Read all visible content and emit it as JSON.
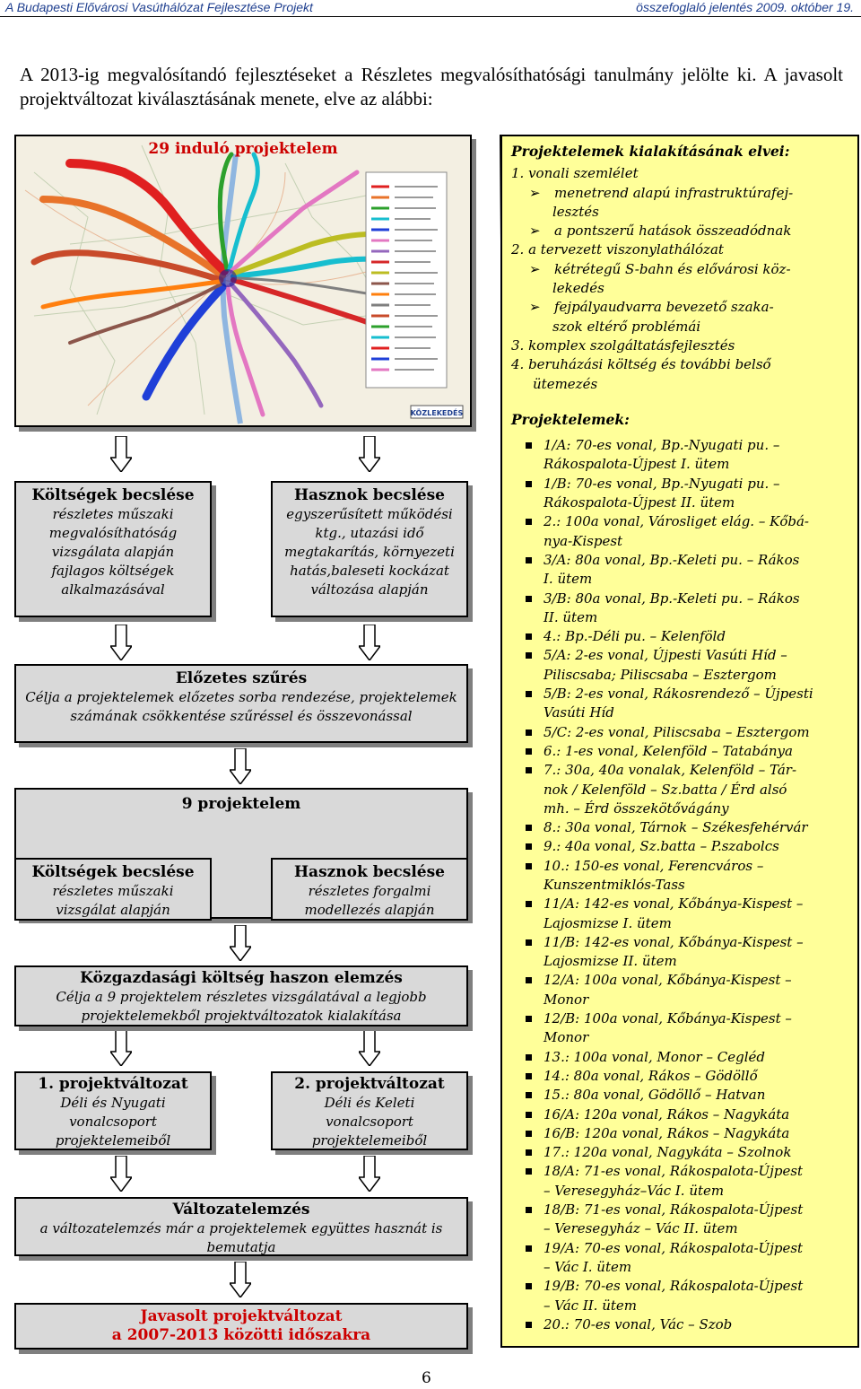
{
  "header": {
    "left": "A Budapesti Elővárosi Vasúthálózat Fejlesztése Projekt",
    "right": "összefoglaló jelentés 2009. október 19."
  },
  "intro": "A 2013-ig megvalósítandó fejlesztéseket a Részletes megvalósíthatósági tanulmány jelölte ki. A javasolt projektváltozat kiválasztásának menete, elve az alábbi:",
  "map": {
    "title": "29 induló projektelem",
    "logo": "KÖZLEKEDÉS"
  },
  "box_cost1": {
    "title": "Költségek becslése",
    "text": "részletes műszaki megvalósíthatóság vizsgálata alapján fajlagos költségek alkalmazásával"
  },
  "box_benefit1": {
    "title": "Hasznok becslése",
    "text": "egyszerűsített működési ktg., utazási idő megtakarítás, környezeti hatás,baleseti kockázat változása alapján"
  },
  "box_filter": {
    "title": "Előzetes szűrés",
    "text": "Célja a projektelemek előzetes sorba rendezése, projektelemek számának csökkentése szűréssel és összevonással"
  },
  "box_nine": {
    "title": "9 projektelem"
  },
  "box_cost2": {
    "title": "Költségek becslése",
    "text": "részletes műszaki vizsgálat alapján"
  },
  "box_benefit2": {
    "title": "Hasznok becslése",
    "text": "részletes forgalmi modellezés alapján"
  },
  "box_cba": {
    "title": "Közgazdasági költség haszon elemzés",
    "text": "Célja a 9 projektelem részletes vizsgálatával a legjobb projektelemekből projektváltozatok kialakítása"
  },
  "box_var1": {
    "title": "1. projektváltozat",
    "text": "Déli és Nyugati vonalcsoport projektelemeiből"
  },
  "box_var2": {
    "title": "2. projektváltozat",
    "text": "Déli és Keleti vonalcsoport projektelemeiből"
  },
  "box_analysis": {
    "title": "Változatelemzés",
    "text": "a változatelemzés már a projektelemek együttes hasznát is bemutatja"
  },
  "box_final": {
    "line1": "Javasolt projektváltozat",
    "line2": "a 2007-2013 közötti időszakra"
  },
  "principles": {
    "heading": "Projektelemek kialakításának elvei:",
    "p1": "1. vonali szemlélet",
    "p1a_1": "menetrend alapú infrastruktúrafej-",
    "p1a_2": "lesztés",
    "p1b": "a pontszerű hatások összeadódnak",
    "p2": "2. a tervezett viszonylathálózat",
    "p2a_1": "kétrétegű S-bahn és elővárosi köz-",
    "p2a_2": "lekedés",
    "p2b_1": "fejpályaudvarra bevezető szaka-",
    "p2b_2": "szok eltérő problémái",
    "p3": "3. komplex szolgáltatásfejlesztés",
    "p4_1": "4. beruházási költség és további belső",
    "p4_2": "ütemezés",
    "marker": "➢"
  },
  "elements": {
    "heading": "Projektelemek:",
    "items": [
      [
        "1/A: 70-es vonal, Bp.-Nyugati pu. –",
        "Rákospalota-Újpest I. ütem"
      ],
      [
        "1/B: 70-es vonal, Bp.-Nyugati pu. –",
        "Rákospalota-Újpest II. ütem"
      ],
      [
        "2.: 100a vonal, Városliget elág. – Kőbá-",
        "nya-Kispest"
      ],
      [
        "3/A: 80a vonal, Bp.-Keleti pu. – Rákos",
        "I. ütem"
      ],
      [
        "3/B: 80a vonal, Bp.-Keleti pu. – Rákos",
        "II. ütem"
      ],
      [
        "4.: Bp.-Déli pu. – Kelenföld"
      ],
      [
        "5/A: 2-es vonal, Újpesti Vasúti Híd –",
        "Piliscsaba; Piliscsaba – Esztergom"
      ],
      [
        "5/B: 2-es vonal, Rákosrendező – Újpesti",
        "Vasúti Híd"
      ],
      [
        "5/C: 2-es vonal, Piliscsaba – Esztergom"
      ],
      [
        "6.: 1-es vonal, Kelenföld – Tatabánya"
      ],
      [
        "7.: 30a, 40a vonalak, Kelenföld – Tár-",
        "nok / Kelenföld – Sz.batta / Érd alsó",
        "mh. – Érd összekötővágány"
      ],
      [
        "8.: 30a vonal, Tárnok – Székesfehérvár"
      ],
      [
        "9.: 40a vonal, Sz.batta – P.szabolcs"
      ],
      [
        "10.: 150-es vonal, Ferencváros –",
        "Kunszentmiklós-Tass"
      ],
      [
        "11/A: 142-es vonal, Kőbánya-Kispest –",
        "Lajosmizse I. ütem"
      ],
      [
        "11/B: 142-es vonal, Kőbánya-Kispest –",
        "Lajosmizse II. ütem"
      ],
      [
        "12/A: 100a vonal, Kőbánya-Kispest –",
        "Monor"
      ],
      [
        "12/B: 100a vonal, Kőbánya-Kispest –",
        "Monor"
      ],
      [
        "13.: 100a vonal, Monor – Cegléd"
      ],
      [
        "14.: 80a vonal, Rákos – Gödöllő"
      ],
      [
        "15.: 80a vonal, Gödöllő – Hatvan"
      ],
      [
        "16/A: 120a vonal, Rákos – Nagykáta"
      ],
      [
        "16/B: 120a vonal, Rákos – Nagykáta"
      ],
      [
        "17.: 120a vonal, Nagykáta – Szolnok"
      ],
      [
        "18/A: 71-es vonal, Rákospalota-Újpest",
        "– Veresegyház–Vác I. ütem"
      ],
      [
        "18/B: 71-es vonal, Rákospalota-Újpest",
        "– Veresegyház – Vác II. ütem"
      ],
      [
        "19/A: 70-es vonal, Rákospalota-Újpest",
        "– Vác I. ütem"
      ],
      [
        "19/B: 70-es vonal, Rákospalota-Újpest",
        "– Vác II. ütem"
      ],
      [
        "20.: 70-es vonal, Vác – Szob"
      ]
    ]
  },
  "page_number": "6"
}
